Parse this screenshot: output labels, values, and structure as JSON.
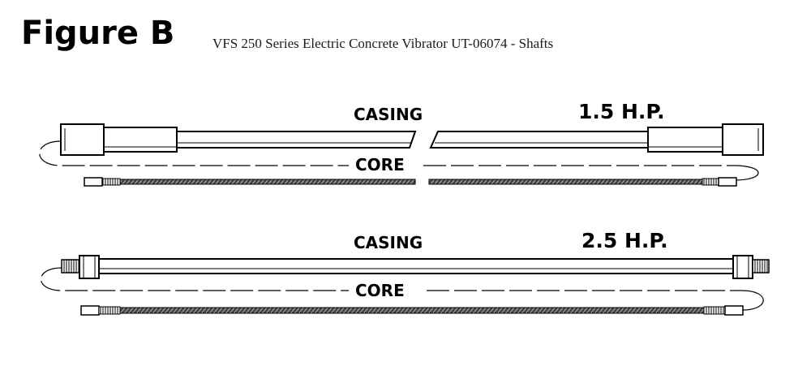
{
  "figure": {
    "title": "Figure B",
    "caption": "VFS 250 Series Electric Concrete Vibrator UT-06074 - Shafts"
  },
  "shafts": [
    {
      "rating": "1.5 H.P.",
      "casing_label": "CASING",
      "core_label": "CORE"
    },
    {
      "rating": "2.5 H.P.",
      "casing_label": "CASING",
      "core_label": "CORE"
    }
  ]
}
